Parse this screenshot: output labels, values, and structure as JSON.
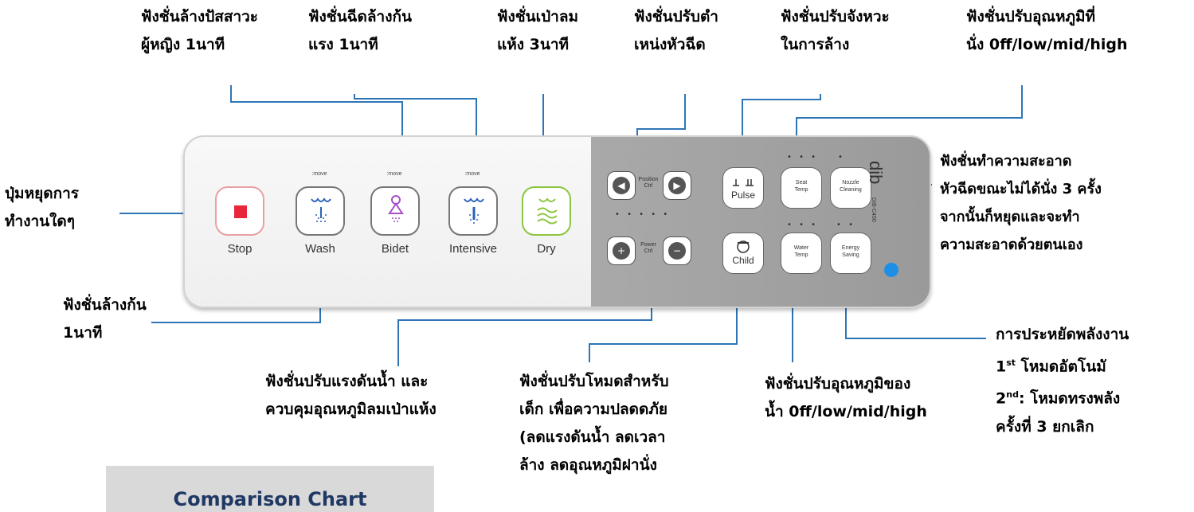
{
  "labels": {
    "female_wash": [
      "ฟังชั่นล้างปัสสาวะ",
      "ผู้หญิง 1นาที"
    ],
    "intensive": [
      "ฟังชั่นฉีดล้างก้น",
      "แรง 1นาที"
    ],
    "dry": [
      "ฟังชั่นเป่าลม",
      "แห้ง 3นาที"
    ],
    "position": [
      "ฟังชั่นปรับตำ",
      "เหน่งหัวฉีด"
    ],
    "pulse": [
      "ฟังชั่นปรับจังหวะ",
      "ในการล้าง"
    ],
    "seat_temp": [
      "ฟังชั่นปรับอุณหภูมิที่",
      "นั่ง 0ff/low/mid/high"
    ],
    "stop": [
      "ปุ่มหยุดการ",
      "ทำงานใดๆ"
    ],
    "nozzle": [
      "ฟังชั่นทำความสะอาด",
      "หัวฉีดขณะไม่ได้นั่ง 3 ครั้ง",
      "จากนั้นก็หยุดและจะทำ",
      "ความสะอาดด้วยตนเอง"
    ],
    "wash": [
      "ฟังชั่นล้างก้น",
      "1นาที"
    ],
    "power": [
      "ฟังชั่นปรับแรงดันน้ำ และ",
      "ควบคุมอุณหภูมิลมเป่าแห้ง"
    ],
    "child": [
      "ฟังชั่นปรับโหมดสำหรับ",
      "เด็ก เพื่อความปลดดภัย",
      "(ลดแรงดันน้ำ ลดเวลา",
      "ล้าง ลดอุณหภูมิฝานั่ง"
    ],
    "water_temp": [
      "ฟังชั่นปรับอุณหภูมิของ",
      "น้ำ 0ff/low/mid/high"
    ],
    "energy": {
      "line1": "การประหยัดพลังงาน",
      "num1": "1",
      "sup1": "st",
      "text1": " โหมดอัตโนมั",
      "num2": "2",
      "sup2": "nd",
      "text2": ": โหมดทรงพลัง",
      "line4": "ครั้งที่ 3 ยกเลิก"
    }
  },
  "panel": {
    "buttons": {
      "stop": "Stop",
      "wash": "Wash",
      "bidet": "Bidet",
      "intensive": "Intensive",
      "dry": "Dry",
      "pulse": "Pulse",
      "child": "Child"
    },
    "move_label": ":move",
    "position_ctrl": [
      "Position",
      "Ctrl"
    ],
    "power_ctrl": [
      "Power",
      "Ctrl"
    ],
    "seat_temp": [
      "Seat",
      "Temp"
    ],
    "nozzle_cleaning": [
      "Nozzle",
      "Cleaning"
    ],
    "water_temp": [
      "Water",
      "Temp"
    ],
    "energy_saving": [
      "Energy",
      "Saving"
    ],
    "brand": "dib",
    "model": "DIB-C450"
  },
  "comparison_title": "Comparison Chart",
  "colors": {
    "leader": "#2e75b6",
    "stop_accent": "#e8273a",
    "bidet_accent": "#a64ec6",
    "blue_accent": "#2a63b8",
    "dry_accent": "#8cc63f"
  }
}
